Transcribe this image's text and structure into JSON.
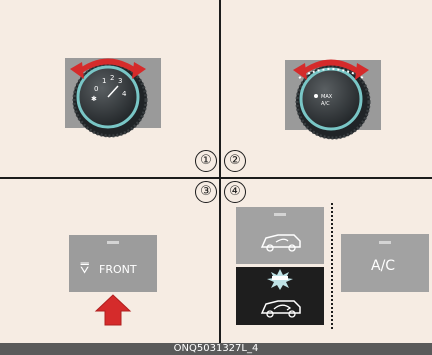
{
  "step_markers": [
    "①",
    "②",
    "③",
    "④"
  ],
  "knob_fan": {
    "scale_labels": [
      "0",
      "1",
      "2",
      "3",
      "4"
    ],
    "icon": "fan-icon"
  },
  "knob_mode": {
    "scale_labels": [
      "MAX",
      "A/C"
    ]
  },
  "defrost_button": {
    "label": "FRONT",
    "icon": "front-defrost-icon"
  },
  "press_arrow": {
    "icon": "red-arrow-up-icon"
  },
  "recirculation_panel": {
    "top_icon": "fresh-air-car-icon",
    "bottom_icon": "recirculation-car-icon"
  },
  "ac_button": {
    "label": "A/C"
  },
  "reference_code": "ONQ5031327L_4",
  "colors": {
    "arrow_red": "#d52b2b",
    "knob_teal": "#79c6c6",
    "panel_gray": "#9c9c9c",
    "background": "#f6ece3"
  }
}
